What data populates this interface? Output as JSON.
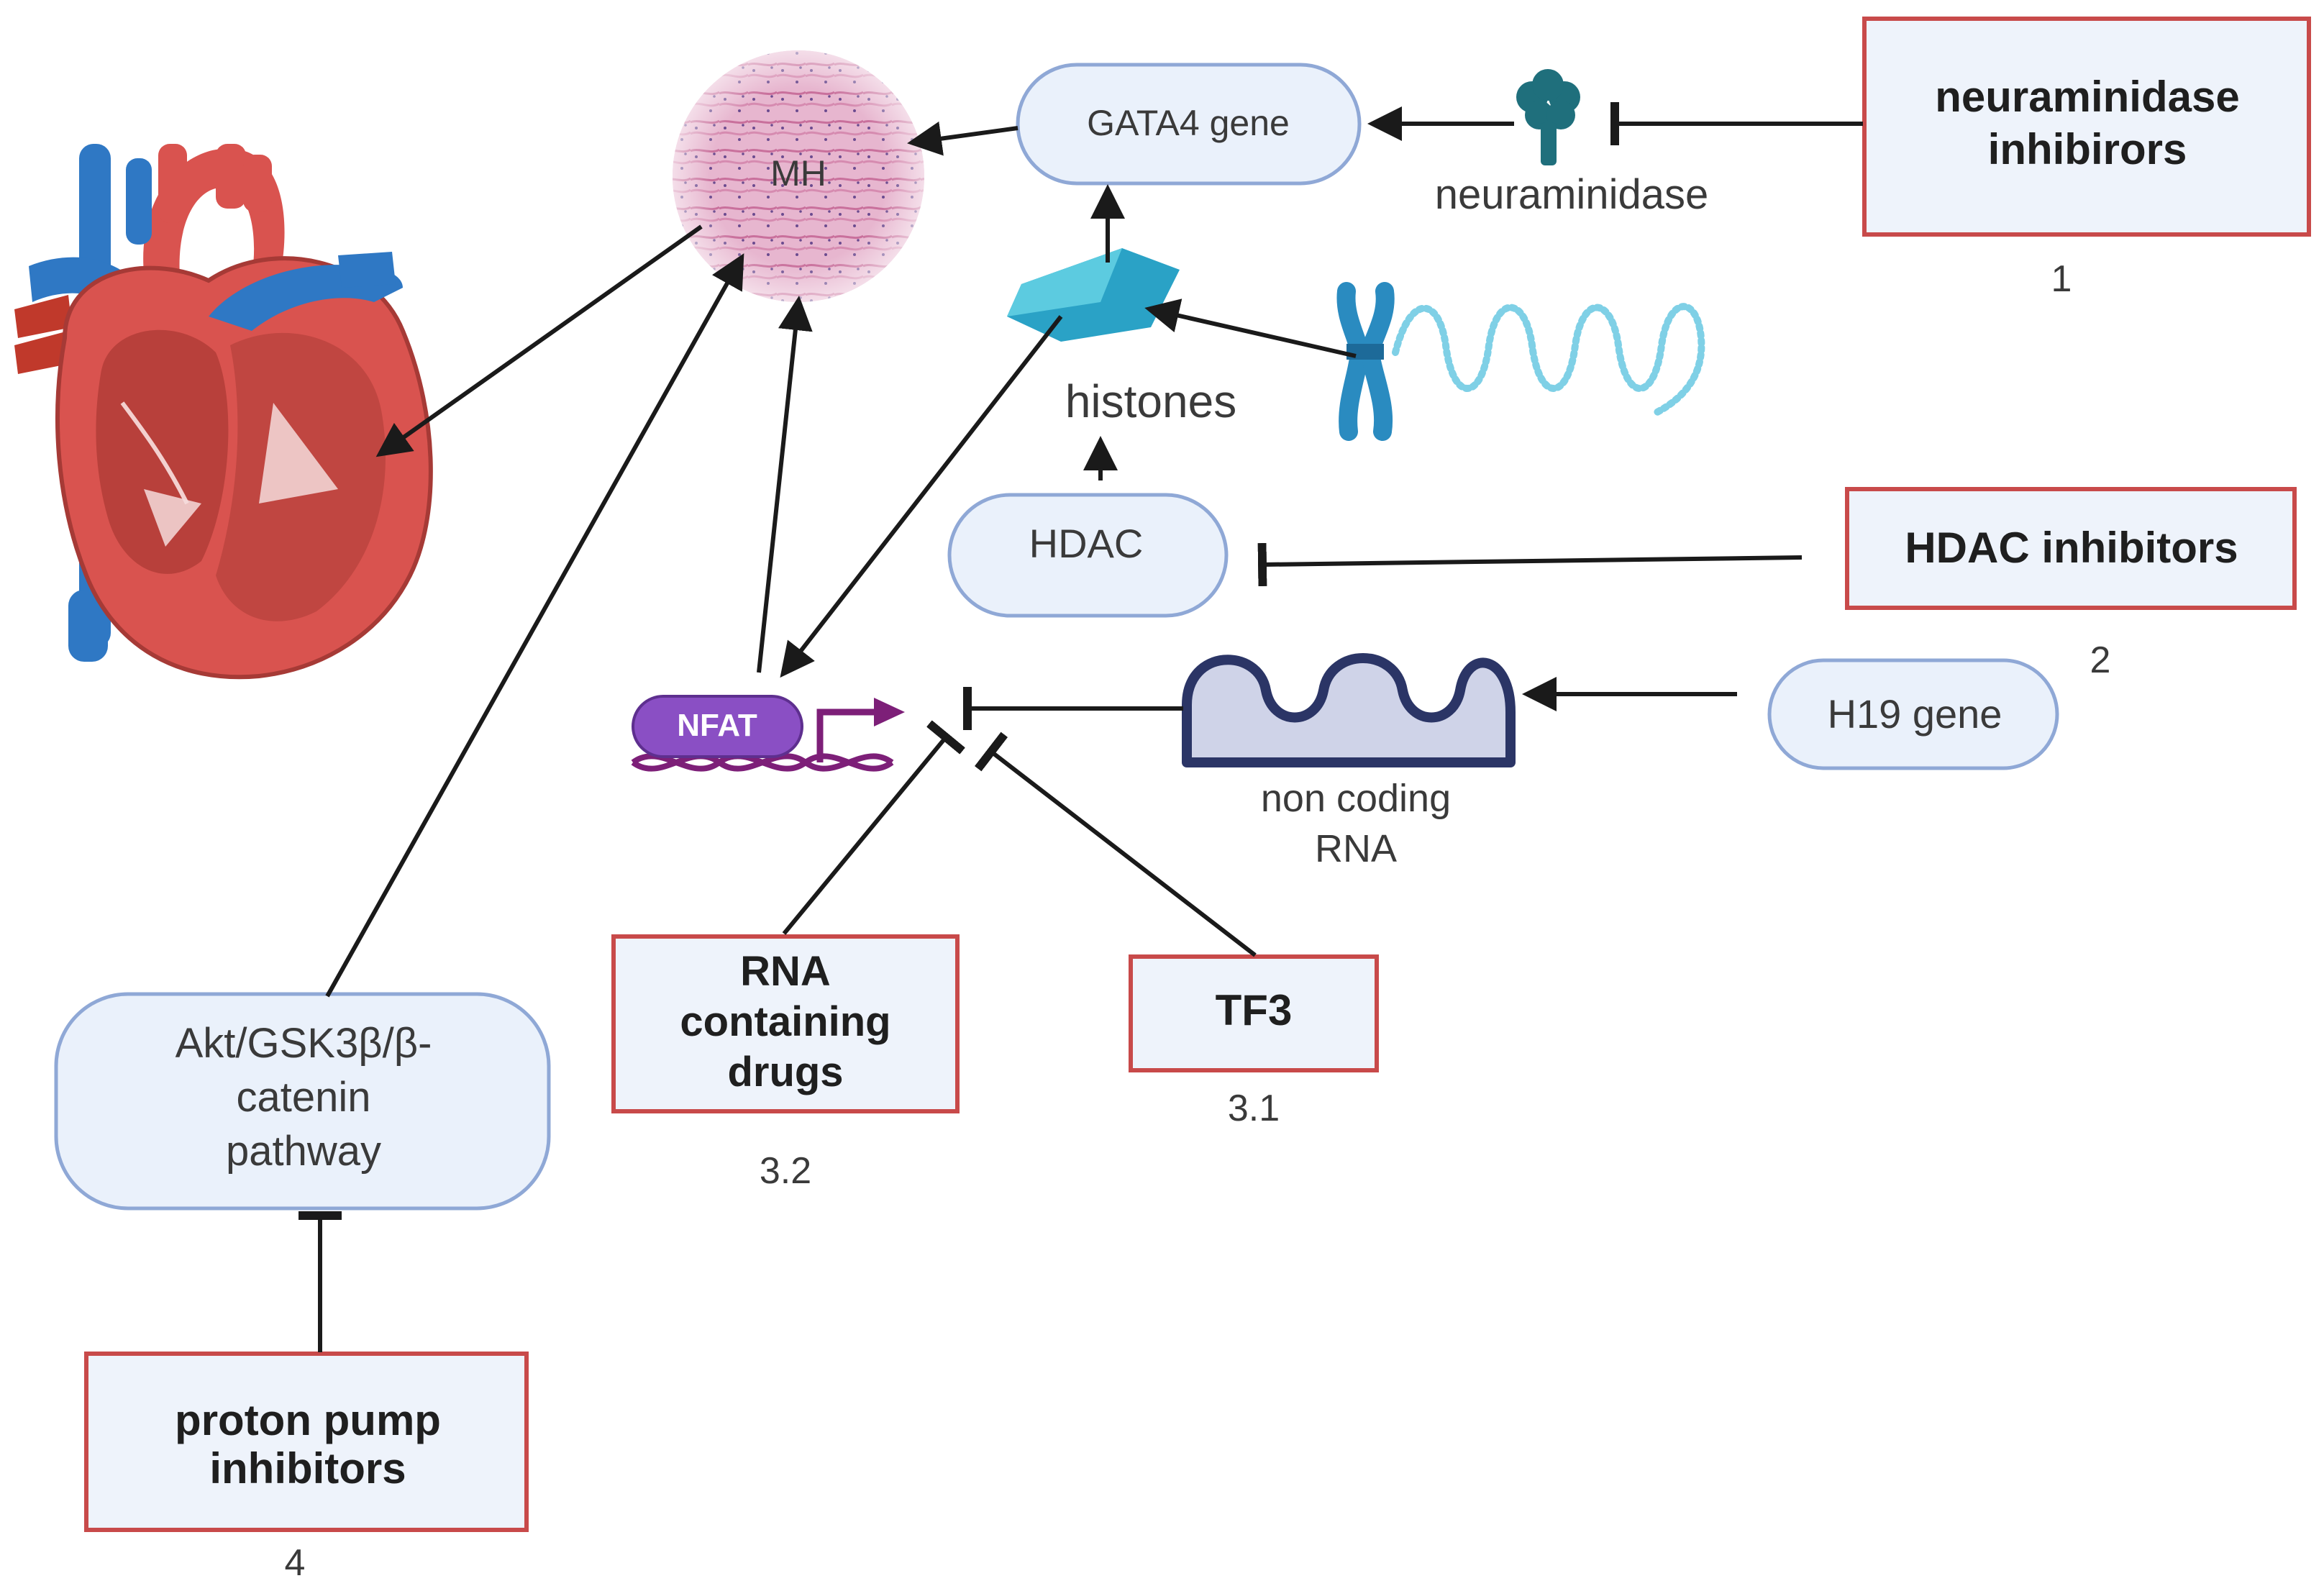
{
  "colors": {
    "pill_fill": "#eaf1fb",
    "pill_stroke": "#8fa8d6",
    "drug_fill": "#eef3fb",
    "drug_stroke": "#c84a4a",
    "arrow": "#1a1a1a",
    "tissue": "#d98cb0",
    "histone": "#2aa2c6",
    "chromosome": "#2a8bc0",
    "receptor": "#1f6f7c",
    "nfat": "#8a4fc4",
    "dna": "#7d1f78",
    "rna_fill": "#cfd3e8",
    "rna_stroke": "#2b3566",
    "heart_red": "#d9534f",
    "heart_blue": "#2f78c4"
  },
  "nodes": {
    "mh": "MH",
    "gata4": "GATA4 gene",
    "neuraminidase": "neuraminidase",
    "histones": "histones",
    "hdac": "HDAC",
    "nfat": "NFAT",
    "ncrna_line1": "non coding",
    "ncrna_line2": "RNA",
    "h19": "H19 gene",
    "akt_line1": "Akt/GSK3β/β-",
    "akt_line2": "catenin",
    "akt_line3": "pathway"
  },
  "drugs": {
    "neuraminidase_inhibitors": {
      "line1": "neuraminidase",
      "line2": "inhibirors",
      "number": "1"
    },
    "hdac_inhibitors": {
      "line1": "HDAC inhibitors",
      "number": "2"
    },
    "tf3": {
      "line1": "TF3",
      "number": "3.1"
    },
    "rna_drugs": {
      "line1": "RNA",
      "line2": "containing",
      "line3": "drugs",
      "number": "3.2"
    },
    "ppi": {
      "line1": "proton pump",
      "line2": "inhibitors",
      "number": "4"
    }
  }
}
